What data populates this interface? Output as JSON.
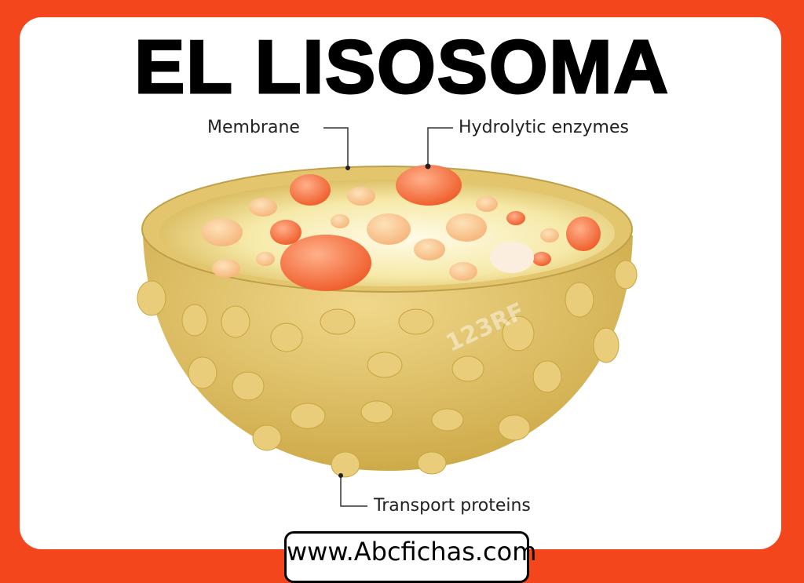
{
  "title": "EL LISOSOMA",
  "labels": {
    "membrane": "Membrane",
    "enzymes": "Hydrolytic enzymes",
    "transport": "Transport proteins"
  },
  "website": "www.Abcfichas.com",
  "watermark": "123RF",
  "colors": {
    "frame": "#f4461d",
    "membrane": "#d9b85a",
    "enzyme": "#f26a3a"
  }
}
